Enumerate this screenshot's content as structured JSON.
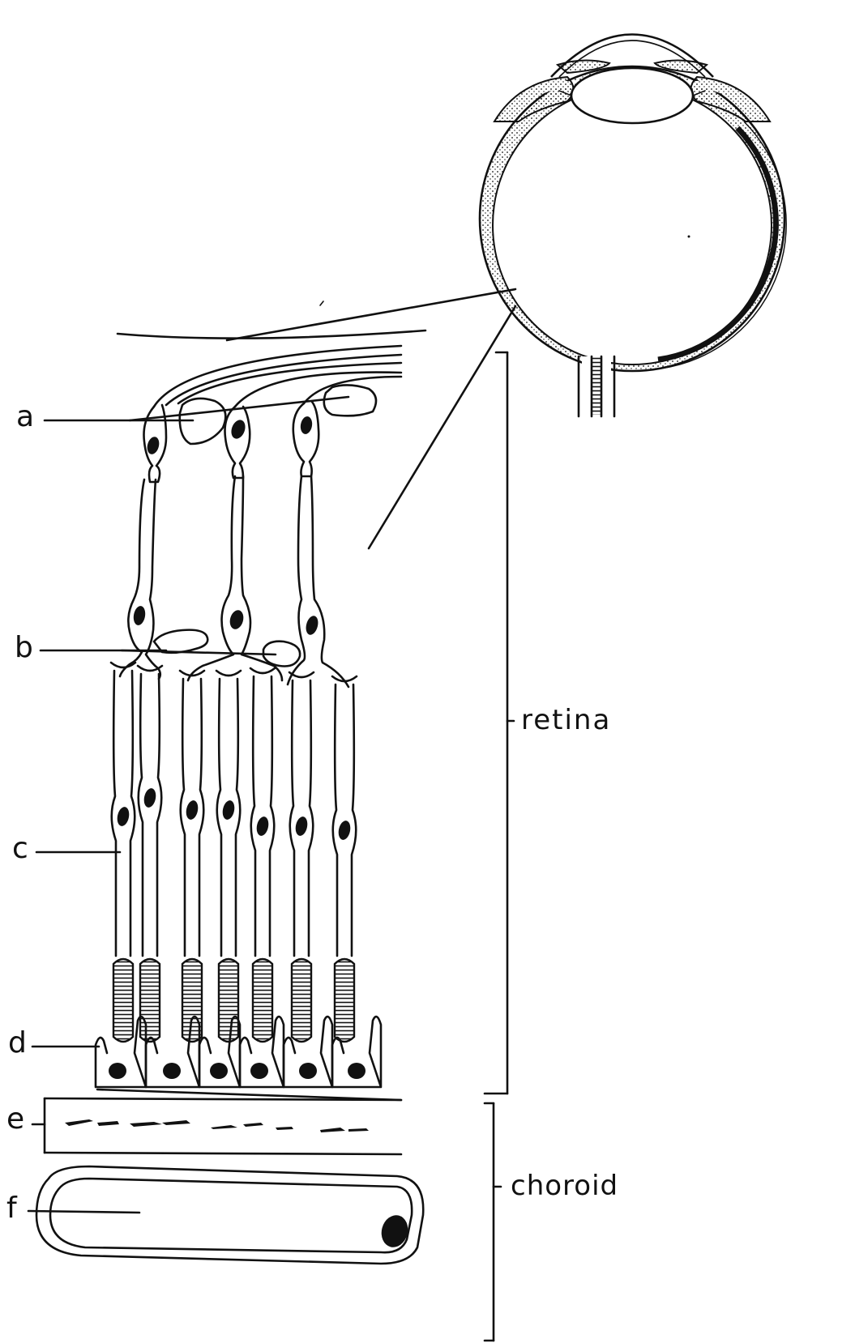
{
  "labels": {
    "a": "a",
    "b": "b",
    "c": "c",
    "d": "d",
    "e": "e",
    "f": "f",
    "retina": "retina",
    "choroid": "choroid"
  },
  "colors": {
    "ink": "#111111",
    "background": "#ffffff"
  }
}
